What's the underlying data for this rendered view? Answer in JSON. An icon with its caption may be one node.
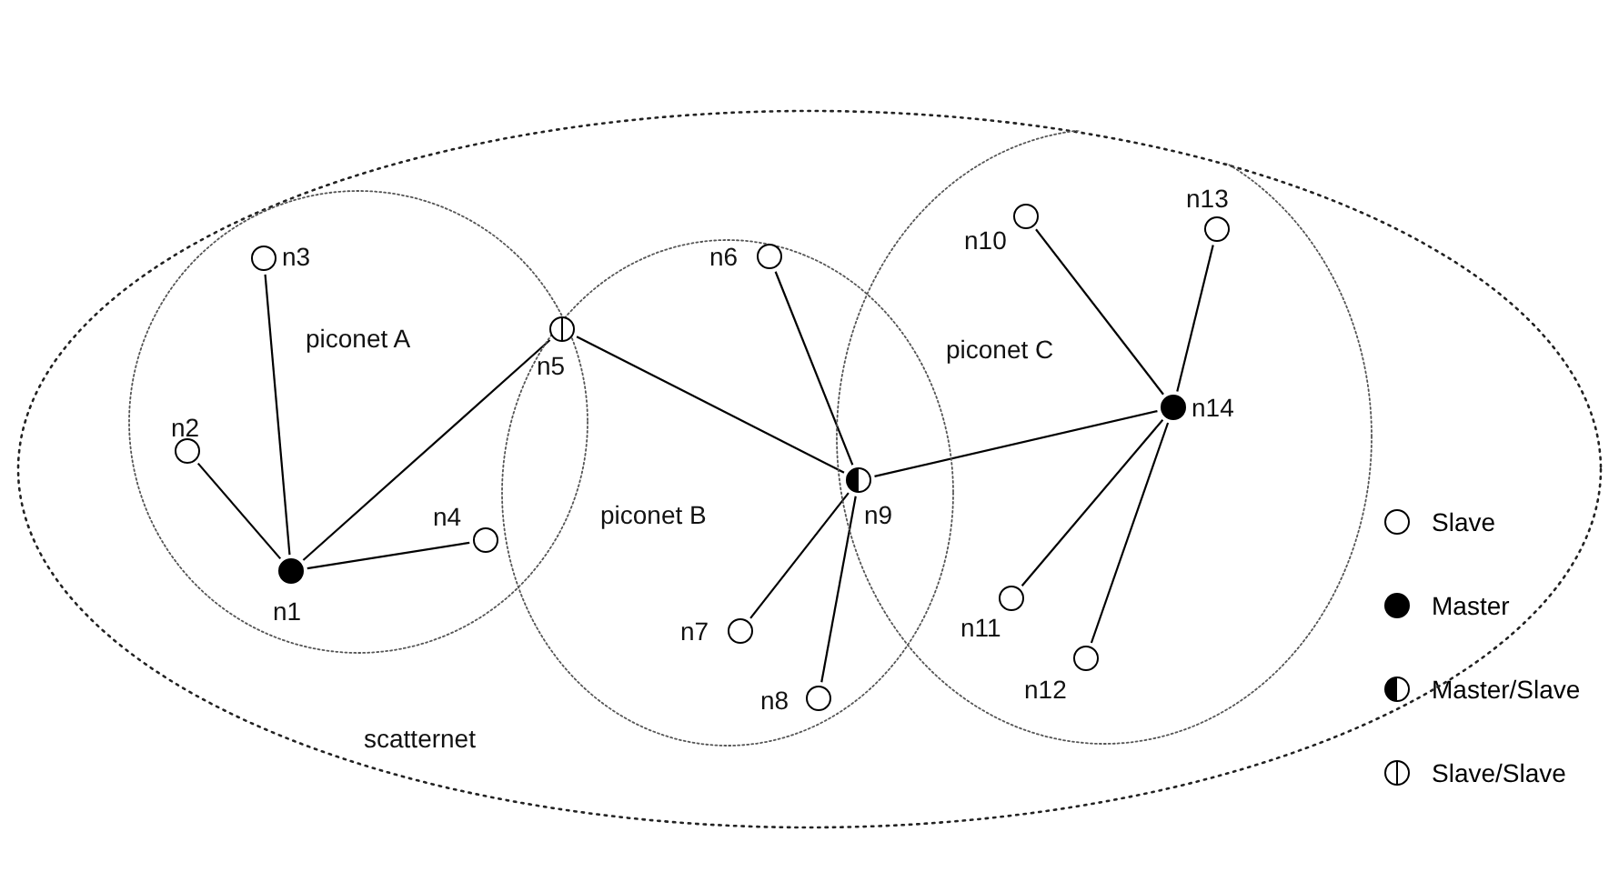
{
  "diagram": {
    "nodes": [
      {
        "text": [
          "scatternet"
        ]
      },
      {
        "text": [
          "piconet A"
        ],
        "in": 0
      },
      {
        "text": [
          "piconet B"
        ],
        "in": 0
      },
      {
        "text": [
          "piconet C"
        ],
        "in": 0
      },
      {
        "text": [],
        "shape": "disc",
        "beside": [
          "n1"
        ],
        "in": 1
      },
      {
        "text": [],
        "shape": "circle",
        "beside": [
          "n2"
        ],
        "in": 1
      },
      {
        "text": [],
        "shape": "circle",
        "beside": [
          "n3"
        ],
        "in": 1
      },
      {
        "text": [],
        "shape": "circle",
        "beside": [
          "n4"
        ],
        "in": 1
      },
      {
        "text": [],
        "shape": "split-circle",
        "beside": [
          "n5"
        ]
      },
      {
        "text": [],
        "shape": "circle",
        "beside": [
          "n6"
        ],
        "in": 2
      },
      {
        "text": [],
        "shape": "circle",
        "beside": [
          "n7"
        ],
        "in": 2
      },
      {
        "text": [],
        "shape": "circle",
        "beside": [
          "n8"
        ],
        "in": 2
      },
      {
        "text": [],
        "shape": "half-disc",
        "beside": [
          "n9"
        ]
      },
      {
        "text": [],
        "shape": "circle",
        "beside": [
          "n10"
        ],
        "in": 3
      },
      {
        "text": [],
        "shape": "circle",
        "beside": [
          "n11"
        ],
        "in": 3
      },
      {
        "text": [],
        "shape": "circle",
        "beside": [
          "n12"
        ],
        "in": 3
      },
      {
        "text": [],
        "shape": "circle",
        "beside": [
          "n13"
        ],
        "in": 3
      },
      {
        "text": [],
        "shape": "disc",
        "beside": [
          "n14"
        ],
        "in": 3
      }
    ],
    "edges": [
      {
        "from": 4,
        "to": 5,
        "arrow": "none"
      },
      {
        "from": 4,
        "to": 6,
        "arrow": "none"
      },
      {
        "from": 4,
        "to": 7,
        "arrow": "none"
      },
      {
        "from": 4,
        "to": 8,
        "arrow": "none"
      },
      {
        "from": 8,
        "to": 12,
        "arrow": "none"
      },
      {
        "from": 9,
        "to": 12,
        "arrow": "none"
      },
      {
        "from": 10,
        "to": 12,
        "arrow": "none"
      },
      {
        "from": 11,
        "to": 12,
        "arrow": "none"
      },
      {
        "from": 12,
        "to": 17,
        "arrow": "none"
      },
      {
        "from": 13,
        "to": 17,
        "arrow": "none"
      },
      {
        "from": 16,
        "to": 17,
        "arrow": "none"
      },
      {
        "from": 14,
        "to": 17,
        "arrow": "none"
      },
      {
        "from": 15,
        "to": 17,
        "arrow": "none"
      }
    ],
    "legend": [
      {
        "text": "Slave"
      },
      {
        "text": "Master"
      },
      {
        "text": "Master/Slave"
      },
      {
        "text": "Slave/Slave"
      }
    ]
  }
}
